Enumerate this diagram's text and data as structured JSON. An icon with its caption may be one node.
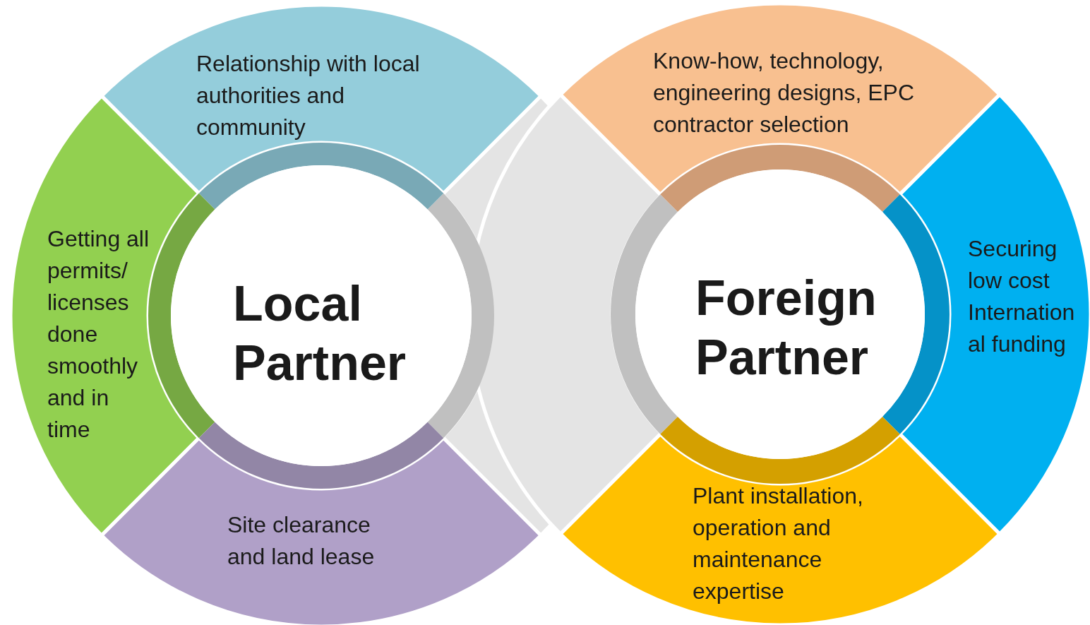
{
  "diagram": {
    "nodes": [
      {
        "text": [
          "Local Partner"
        ]
      },
      {
        "text": [
          "Relationship with local authorities and community"
        ]
      },
      {
        "text": [
          "Getting all permits/ licenses done smoothly and in time"
        ]
      },
      {
        "text": [
          "Site clearance and land lease"
        ]
      },
      {
        "text": [
          "Foreign Partner"
        ]
      },
      {
        "text": [
          "Know-how, technology, engineering designs, EPC contractor selection"
        ]
      },
      {
        "text": [
          "Securing low cost International funding"
        ]
      },
      {
        "text": [
          "Plant installation, operation and maintenance expertise"
        ]
      }
    ]
  }
}
